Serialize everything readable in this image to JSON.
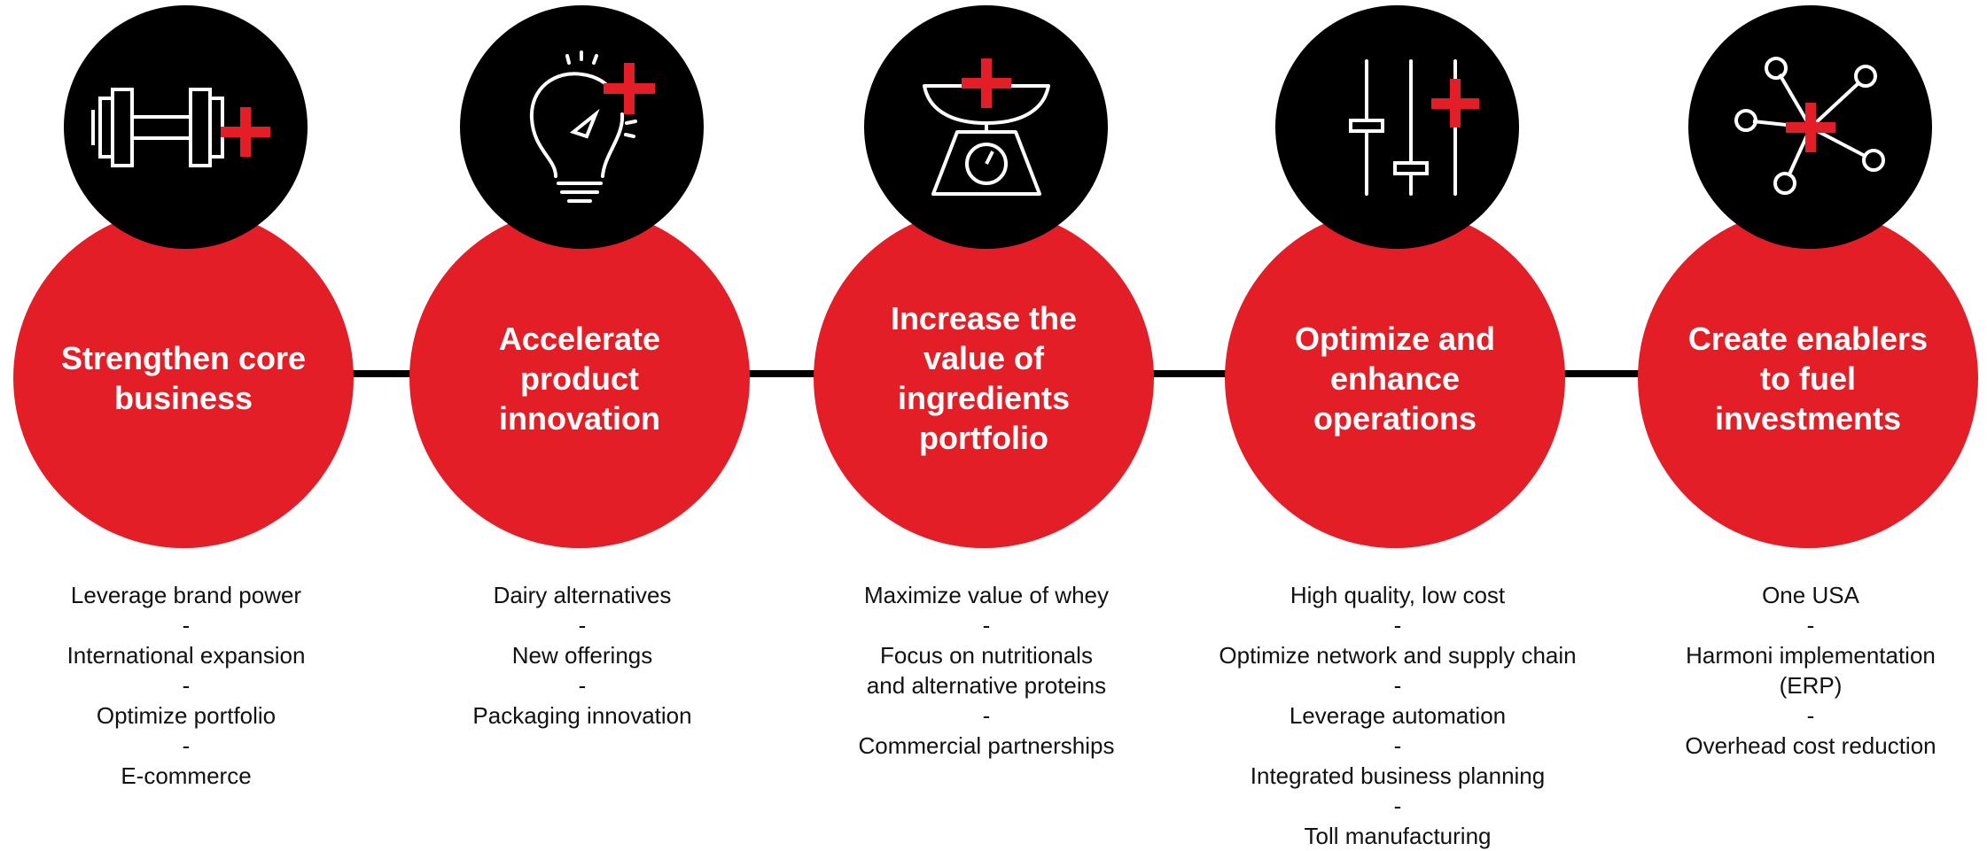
{
  "accent_color": "#e31e26",
  "pillars": [
    {
      "title": "Strengthen core business",
      "icon": "dumbbell-plus-icon",
      "items": [
        "Leverage brand power",
        "-",
        "International expansion",
        "-",
        "Optimize portfolio",
        "-",
        "E-commerce"
      ]
    },
    {
      "title": "Accelerate product innovation",
      "icon": "lightbulb-plus-icon",
      "items": [
        "Dairy alternatives",
        "-",
        "New offerings",
        "-",
        "Packaging innovation"
      ]
    },
    {
      "title": "Increase the value of ingredients portfolio",
      "icon": "scale-plus-icon",
      "items": [
        "Maximize value of whey",
        "-",
        "Focus on nutritionals",
        "and alternative proteins",
        "-",
        "Commercial partnerships"
      ]
    },
    {
      "title": "Optimize and enhance operations",
      "icon": "sliders-plus-icon",
      "items": [
        "High quality, low cost",
        "-",
        "Optimize network and supply chain",
        "-",
        "Leverage automation",
        "-",
        "Integrated business planning",
        "-",
        "Toll manufacturing"
      ]
    },
    {
      "title": "Create enablers to fuel investments",
      "icon": "network-plus-icon",
      "items": [
        "One USA",
        "-",
        "Harmoni implementation",
        "(ERP)",
        "-",
        "Overhead cost reduction"
      ]
    }
  ]
}
